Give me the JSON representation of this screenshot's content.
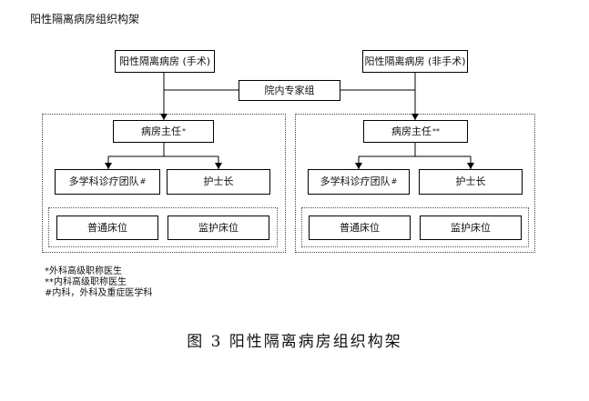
{
  "title": "阳性隔离病房组织构架",
  "nodes": {
    "ward_surgical": "阳性隔离病房 (手术)",
    "ward_nonsurgical": "阳性隔离病房 (非手术)",
    "expert_group": "院内专家组",
    "director_left": "病房主任",
    "director_left_mark": "*",
    "director_right": "病房主任",
    "director_right_mark": "**",
    "mdt_left": "多学科诊疗团队",
    "mdt_left_mark": "#",
    "mdt_right": "多学科诊疗团队",
    "mdt_right_mark": "#",
    "head_nurse_left": "护士长",
    "head_nurse_right": "护士长",
    "general_bed_left": "普通床位",
    "monitor_bed_left": "监护床位",
    "general_bed_right": "普通床位",
    "monitor_bed_right": "监护床位"
  },
  "footnotes": [
    "*外科高级职称医生",
    "**内科高级职称医生",
    "#内科，外科及重症医学科"
  ],
  "caption": "图 3  阳性隔离病房组织构架"
}
